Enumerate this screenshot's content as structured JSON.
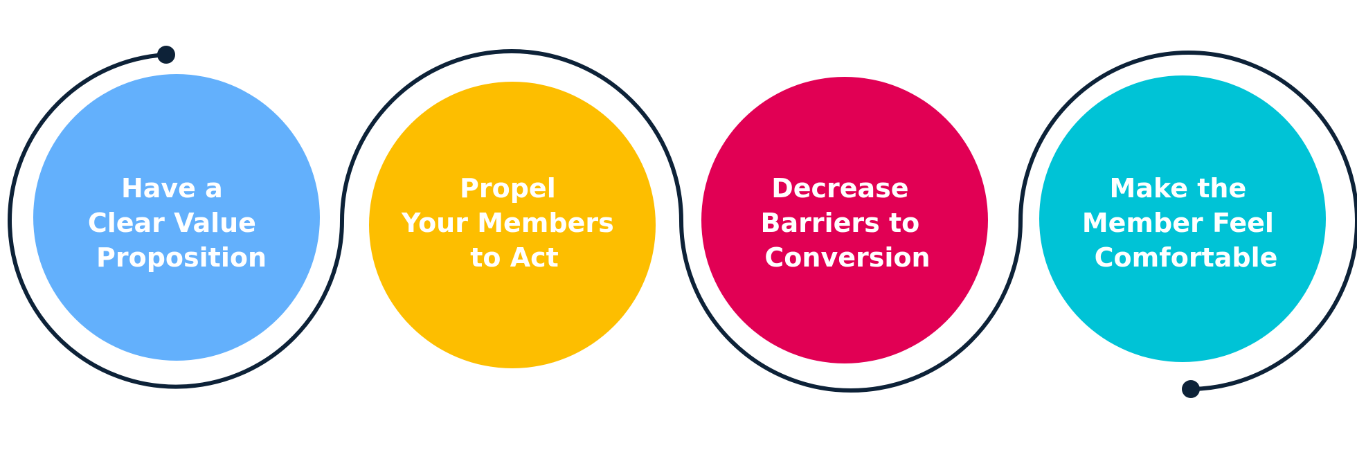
{
  "colors": {
    "connector": "#0d2238",
    "text": "#ffffff",
    "background": "#ffffff"
  },
  "steps": [
    {
      "lines": [
        "Have a",
        "Clear Value",
        "Proposition"
      ],
      "color": "#63b0fc"
    },
    {
      "lines": [
        "Propel",
        "Your Members",
        "to Act"
      ],
      "color": "#fdbe00"
    },
    {
      "lines": [
        "Decrease",
        "Barriers to",
        "Conversion"
      ],
      "color": "#e10054"
    },
    {
      "lines": [
        "Make the",
        "Member Feel",
        "Comfortable"
      ],
      "color": "#00c3d6"
    }
  ]
}
